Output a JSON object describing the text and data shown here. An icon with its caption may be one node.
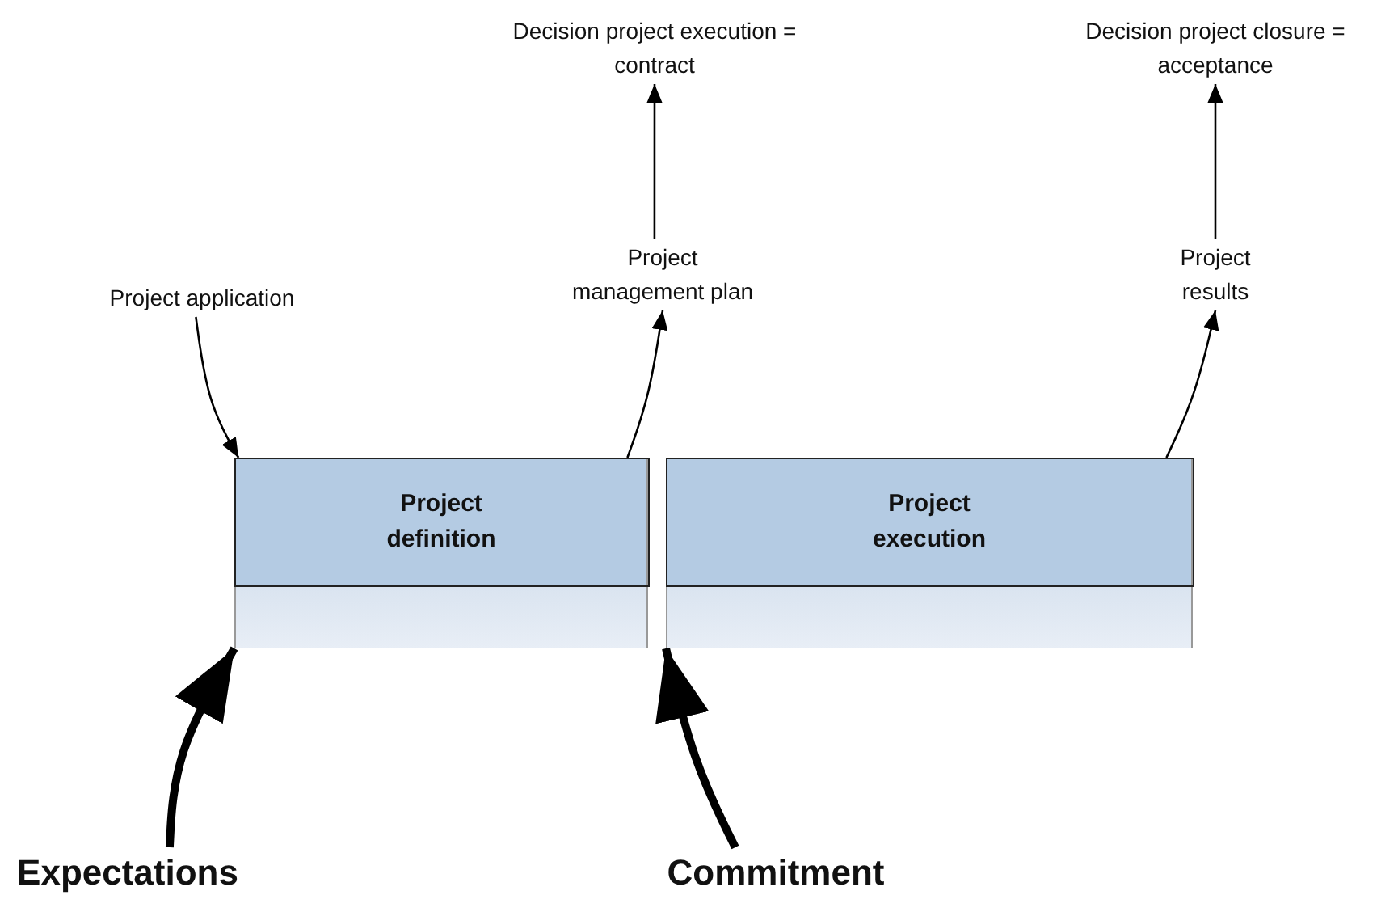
{
  "diagram": {
    "nodes": [
      {
        "text": [
          "Project application"
        ]
      },
      {
        "text": [
          "Project definition"
        ]
      },
      {
        "text": [
          "Project management plan"
        ]
      },
      {
        "text": [
          "Decision project execution = contract"
        ]
      },
      {
        "text": [
          "Project execution"
        ]
      },
      {
        "text": [
          "Project results"
        ]
      },
      {
        "text": [
          "Decision project closure = acceptance"
        ]
      },
      {
        "text": [
          "Expectations"
        ]
      },
      {
        "text": [
          "Commitment"
        ]
      }
    ],
    "edges": [
      {
        "from": 0,
        "to": 1,
        "arrow": "to"
      },
      {
        "from": 1,
        "to": 2,
        "arrow": "to"
      },
      {
        "from": 2,
        "to": 3,
        "arrow": "to"
      },
      {
        "from": 4,
        "to": 5,
        "arrow": "to"
      },
      {
        "from": 5,
        "to": 6,
        "arrow": "to"
      },
      {
        "from": 7,
        "to": 1,
        "arrow": "to",
        "style": "thick"
      },
      {
        "from": 8,
        "to": 4,
        "arrow": "to",
        "style": "thick"
      }
    ]
  }
}
